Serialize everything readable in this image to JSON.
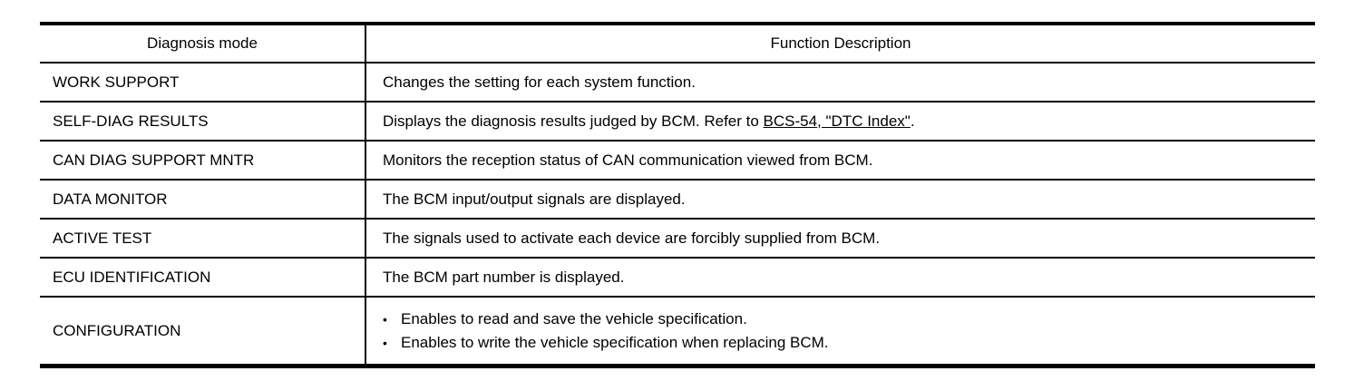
{
  "ui": {
    "bullet_char": "•",
    "colors": {
      "background": "#ffffff",
      "text": "#000000",
      "border": "#000000",
      "link": "#000000"
    }
  },
  "table": {
    "header": {
      "col1": "Diagnosis mode",
      "col2": "Function Description"
    },
    "rows": [
      {
        "mode": "WORK SUPPORT",
        "desc": "Changes the setting for each system function."
      },
      {
        "mode": "SELF-DIAG RESULTS",
        "desc_prefix": "Displays the diagnosis results judged by BCM. Refer to ",
        "link_text": "BCS-54, \"DTC Index\"",
        "desc_suffix": "."
      },
      {
        "mode": "CAN DIAG SUPPORT MNTR",
        "desc": "Monitors the reception status of CAN communication viewed from BCM."
      },
      {
        "mode": "DATA MONITOR",
        "desc": "The BCM input/output signals are displayed."
      },
      {
        "mode": "ACTIVE TEST",
        "desc": "The signals used to activate each device are forcibly supplied from BCM."
      },
      {
        "mode": "ECU IDENTIFICATION",
        "desc": "The BCM part number is displayed."
      },
      {
        "mode": "CONFIGURATION",
        "bullets": [
          "Enables to read and save the vehicle specification.",
          "Enables to write the vehicle specification when replacing BCM."
        ]
      }
    ]
  }
}
